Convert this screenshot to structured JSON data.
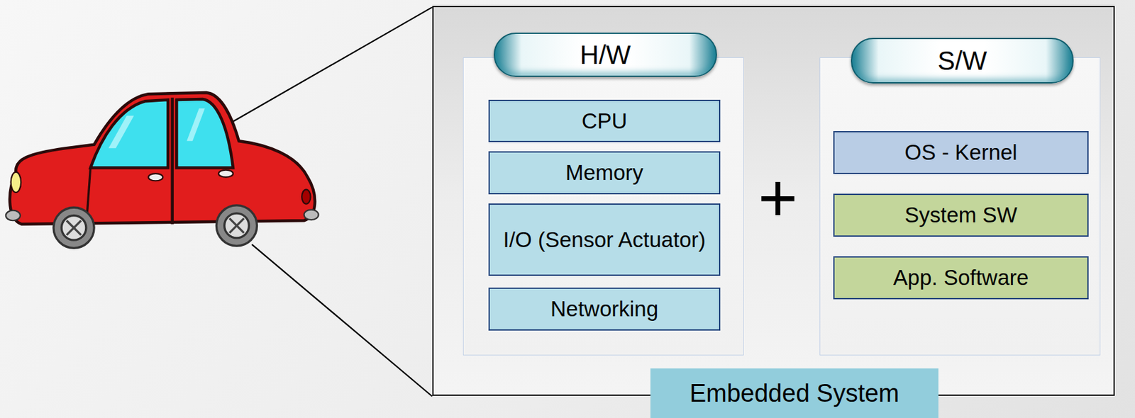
{
  "diagram": {
    "nodes": [
      {
        "text": [
          "Embedded System"
        ]
      },
      {
        "text": [
          "H/W"
        ],
        "in": 0
      },
      {
        "text": [
          "CPU"
        ],
        "in": 1
      },
      {
        "text": [
          "Memory"
        ],
        "in": 1
      },
      {
        "text": [
          "I/O (Sensor Actuator)"
        ],
        "in": 1
      },
      {
        "text": [
          "Networking"
        ],
        "in": 1
      },
      {
        "text": [
          "S/W"
        ],
        "in": 0
      },
      {
        "text": [
          "OS - Kernel"
        ],
        "in": 6
      },
      {
        "text": [
          "System SW"
        ],
        "in": 6
      },
      {
        "text": [
          "App. Software"
        ],
        "in": 6
      }
    ],
    "labels": [
      "+"
    ]
  }
}
